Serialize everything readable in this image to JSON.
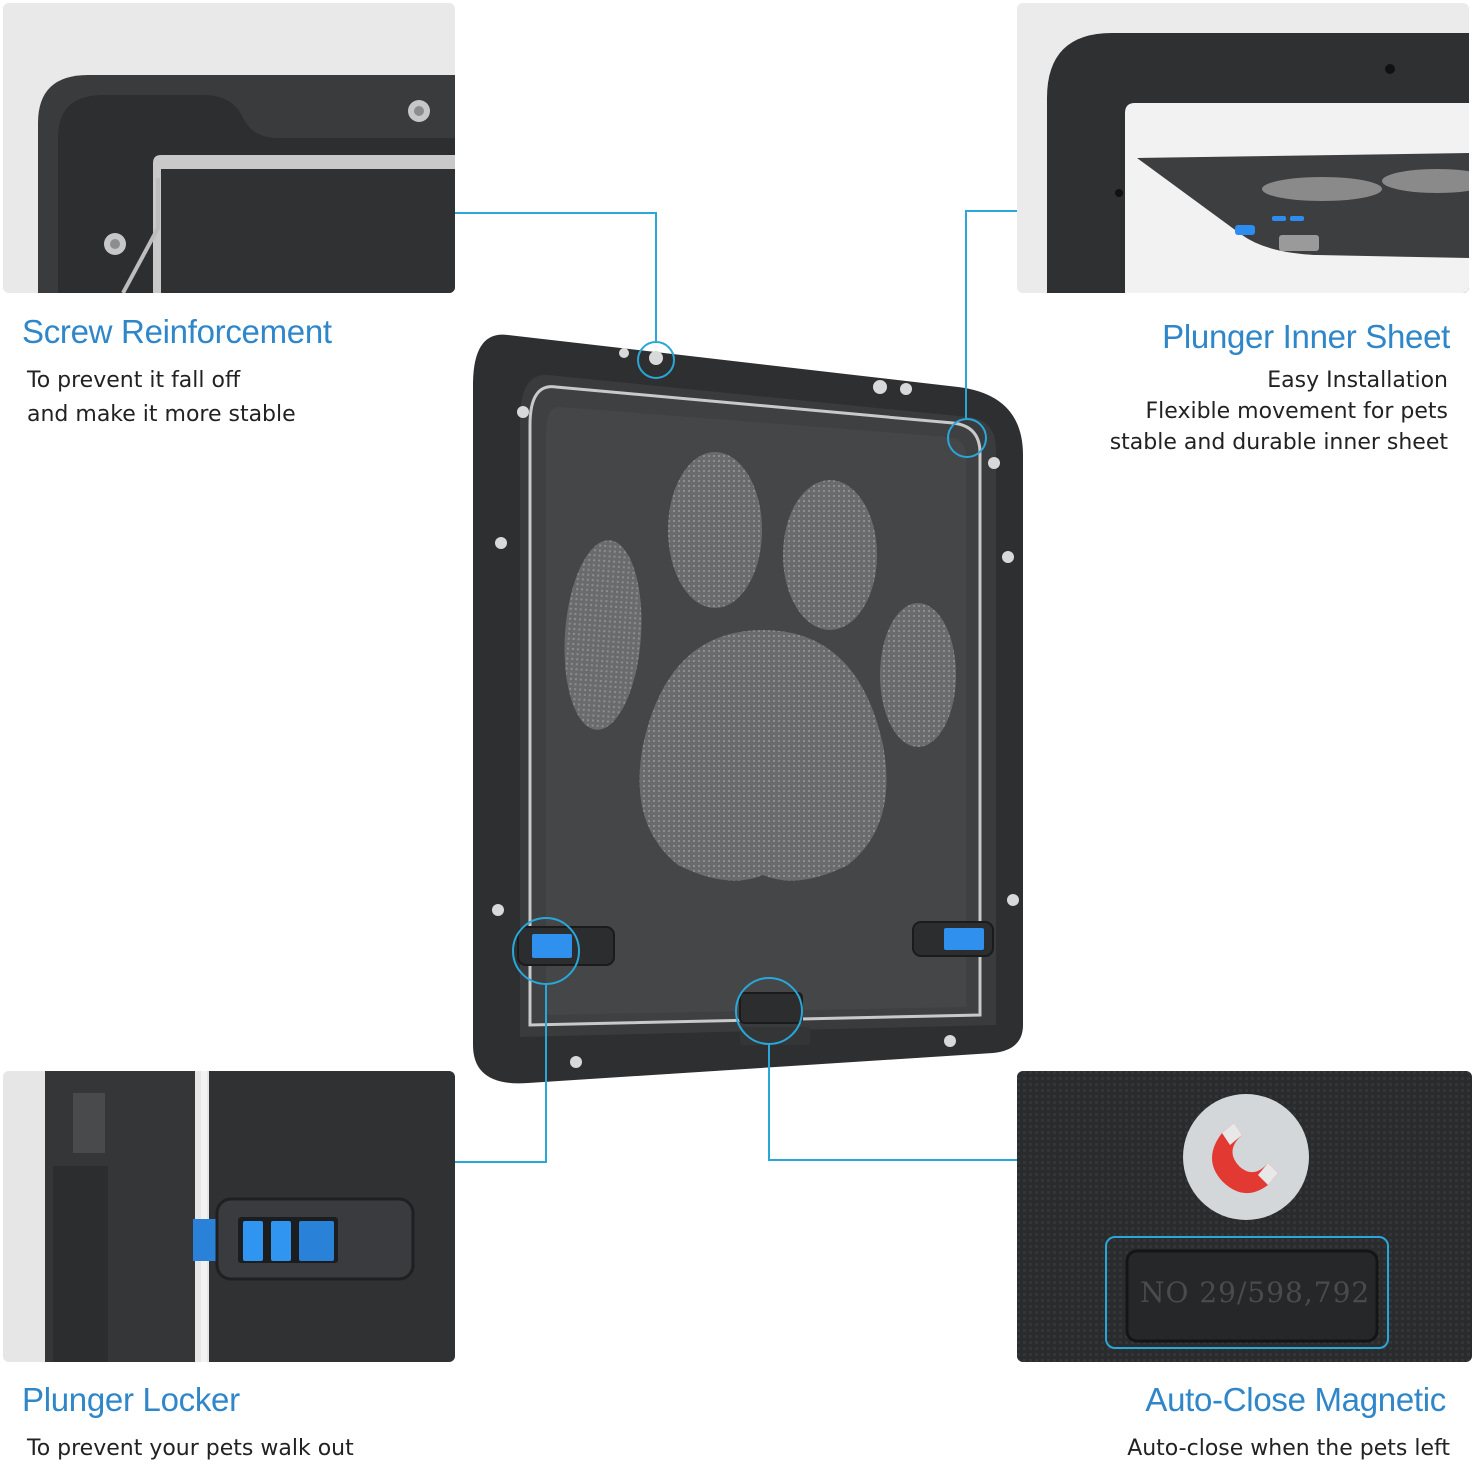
{
  "features": {
    "screw": {
      "title": "Screw Reinforcement",
      "lines": [
        "To prevent it fall off",
        "and make it more stable"
      ]
    },
    "sheet": {
      "title": "Plunger Inner Sheet",
      "lines": [
        "Easy Installation",
        "Flexible movement for pets",
        "stable and durable inner sheet"
      ]
    },
    "locker": {
      "title": "Plunger Locker",
      "lines": [
        "To prevent your pets walk out"
      ]
    },
    "magnetic": {
      "title": "Auto-Close Magnetic",
      "lines": [
        "Auto-close when the pets left"
      ],
      "patent": "NO 29/598,792"
    }
  },
  "icons": [
    "magnet-icon",
    "paw-print-icon"
  ],
  "colors": {
    "accent": "#2f86c9",
    "callout": "#29a7d9",
    "frame": "#2e2f31",
    "lock": "#1e73c8",
    "magnet": "#e23a33"
  }
}
